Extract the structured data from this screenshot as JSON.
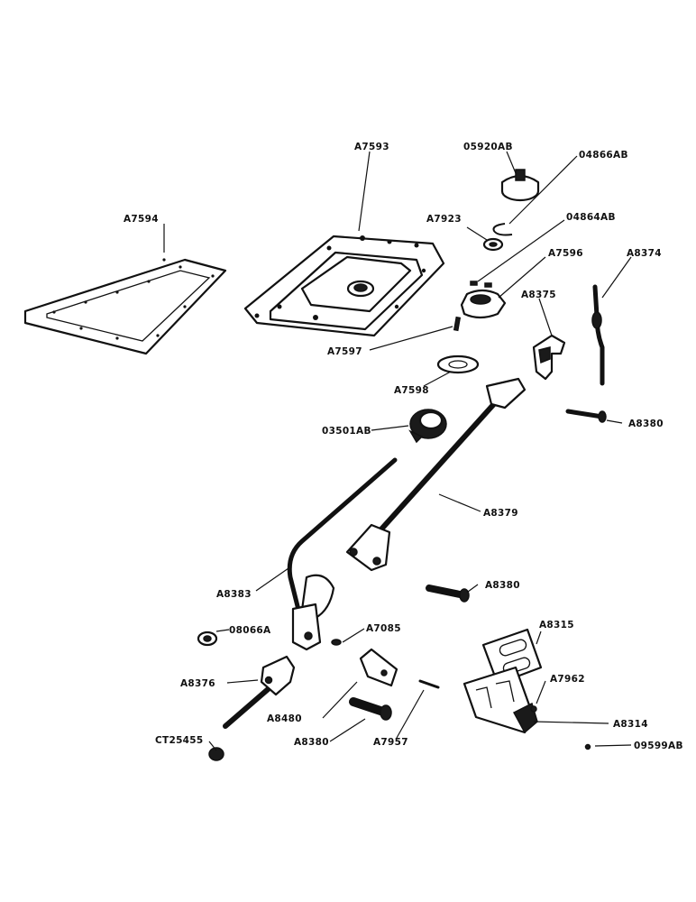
{
  "colors": {
    "ink": "#111111",
    "paper": "#ffffff"
  },
  "labels": [
    {
      "id": "a7594",
      "text": "A7594"
    },
    {
      "id": "a7593",
      "text": "A7593"
    },
    {
      "id": "p05920ab",
      "text": "05920AB"
    },
    {
      "id": "p04866ab",
      "text": "04866AB"
    },
    {
      "id": "a7923",
      "text": "A7923"
    },
    {
      "id": "p04864ab",
      "text": "04864AB"
    },
    {
      "id": "a7596",
      "text": "A7596"
    },
    {
      "id": "a8374",
      "text": "A8374"
    },
    {
      "id": "a8375",
      "text": "A8375"
    },
    {
      "id": "a7597",
      "text": "A7597"
    },
    {
      "id": "a7598",
      "text": "A7598"
    },
    {
      "id": "a8380-top",
      "text": "A8380"
    },
    {
      "id": "p03501ab",
      "text": "03501AB"
    },
    {
      "id": "a8379",
      "text": "A8379"
    },
    {
      "id": "a8380-mid",
      "text": "A8380"
    },
    {
      "id": "a8383",
      "text": "A8383"
    },
    {
      "id": "a8315",
      "text": "A8315"
    },
    {
      "id": "p08066a",
      "text": "08066A"
    },
    {
      "id": "a7085",
      "text": "A7085"
    },
    {
      "id": "a7962",
      "text": "A7962"
    },
    {
      "id": "a8376",
      "text": "A8376"
    },
    {
      "id": "a8480",
      "text": "A8480"
    },
    {
      "id": "a8314",
      "text": "A8314"
    },
    {
      "id": "ct25455",
      "text": "CT25455"
    },
    {
      "id": "a8380-bot",
      "text": "A8380"
    },
    {
      "id": "a7957",
      "text": "A7957"
    },
    {
      "id": "p09599ab",
      "text": "09599AB"
    }
  ]
}
